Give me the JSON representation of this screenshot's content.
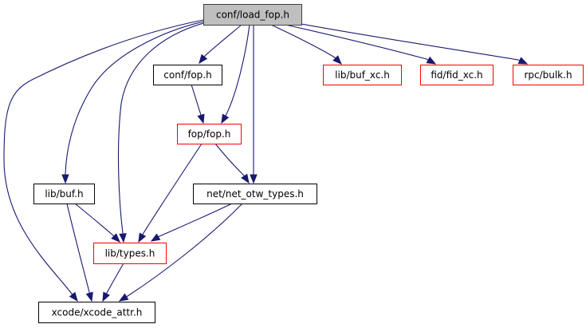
{
  "graph": {
    "title": "conf/load_fop.h",
    "colors": {
      "edge": "#191970",
      "root_fill": "#bfbfbf",
      "root_border": "#404040",
      "normal_border": "#000000",
      "truncated_border": "#ff0000",
      "node_fill": "#ffffff"
    },
    "nodes": [
      {
        "id": "load_fop",
        "label": "conf/load_fop.h",
        "kind": "root"
      },
      {
        "id": "conf_fop",
        "label": "conf/fop.h",
        "kind": "normal"
      },
      {
        "id": "buf_xc",
        "label": "lib/buf_xc.h",
        "kind": "truncated"
      },
      {
        "id": "fid_xc",
        "label": "fid/fid_xc.h",
        "kind": "truncated"
      },
      {
        "id": "bulk",
        "label": "rpc/bulk.h",
        "kind": "truncated"
      },
      {
        "id": "fop_fop",
        "label": "fop/fop.h",
        "kind": "truncated"
      },
      {
        "id": "buf",
        "label": "lib/buf.h",
        "kind": "normal"
      },
      {
        "id": "net_otw",
        "label": "net/net_otw_types.h",
        "kind": "normal"
      },
      {
        "id": "types",
        "label": "lib/types.h",
        "kind": "truncated"
      },
      {
        "id": "xcode_attr",
        "label": "xcode/xcode_attr.h",
        "kind": "normal"
      }
    ],
    "edges": [
      {
        "from": "load_fop",
        "to": "conf_fop"
      },
      {
        "from": "load_fop",
        "to": "fop_fop"
      },
      {
        "from": "load_fop",
        "to": "buf"
      },
      {
        "from": "load_fop",
        "to": "types"
      },
      {
        "from": "load_fop",
        "to": "xcode_attr"
      },
      {
        "from": "load_fop",
        "to": "net_otw"
      },
      {
        "from": "load_fop",
        "to": "buf_xc"
      },
      {
        "from": "load_fop",
        "to": "fid_xc"
      },
      {
        "from": "load_fop",
        "to": "bulk"
      },
      {
        "from": "conf_fop",
        "to": "fop_fop"
      },
      {
        "from": "fop_fop",
        "to": "types"
      },
      {
        "from": "fop_fop",
        "to": "net_otw"
      },
      {
        "from": "buf",
        "to": "types"
      },
      {
        "from": "buf",
        "to": "xcode_attr"
      },
      {
        "from": "net_otw",
        "to": "types"
      },
      {
        "from": "net_otw",
        "to": "xcode_attr"
      },
      {
        "from": "types",
        "to": "xcode_attr"
      }
    ]
  }
}
